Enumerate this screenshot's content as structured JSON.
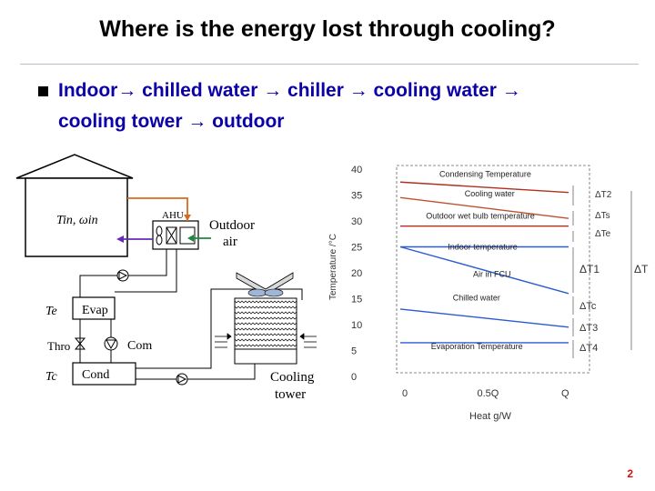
{
  "slide": {
    "title": "Where is the energy lost through cooling?",
    "bullet_line1": "Indoor→ chilled water → chiller → cooling water →",
    "bullet_line2": "cooling tower → outdoor",
    "page_number": "2"
  },
  "schematic": {
    "room_label": "Tin, ωin",
    "ahu_label": "AHU",
    "outdoor_air_line1": "Outdoor",
    "outdoor_air_line2": "air",
    "te_label": "Te",
    "evap_label": "Evap",
    "thro_label": "Thro",
    "com_label": "Com",
    "tc_label": "Tc",
    "cond_label": "Cond",
    "cooling_tower_line1": "Cooling",
    "cooling_tower_line2": "tower"
  },
  "chart_data": {
    "type": "line",
    "xlabel": "Heat g/W",
    "ylabel": "Temperature /°C",
    "x_ticks": [
      "0",
      "0.5Q",
      "Q"
    ],
    "y_ticks": [
      0,
      5,
      10,
      15,
      20,
      25,
      30,
      35,
      40
    ],
    "ylim": [
      0,
      40
    ],
    "series": [
      {
        "name": "Condensing Temperature",
        "x": [
          0,
          1
        ],
        "y": [
          37.5,
          35.5
        ]
      },
      {
        "name": "Cooling water",
        "x": [
          0,
          1
        ],
        "y": [
          34.5,
          30.5
        ]
      },
      {
        "name": "Outdoor wet bulb temperature",
        "x": [
          0,
          1
        ],
        "y": [
          29,
          29
        ]
      },
      {
        "name": "Indoor temperature",
        "x": [
          0,
          1
        ],
        "y": [
          25,
          25
        ]
      },
      {
        "name": "Air in FCU",
        "x": [
          0,
          1
        ],
        "y": [
          25,
          16
        ]
      },
      {
        "name": "Chilled water",
        "x": [
          0,
          1
        ],
        "y": [
          13,
          9.5
        ]
      },
      {
        "name": "Evaporation Temperature",
        "x": [
          0,
          1
        ],
        "y": [
          6.5,
          6.5
        ]
      }
    ],
    "annotations": [
      "ΔT2",
      "ΔTs",
      "ΔTe",
      "ΔT1",
      "ΔT",
      "ΔTc",
      "ΔT3",
      "ΔT4"
    ],
    "grid": false
  }
}
